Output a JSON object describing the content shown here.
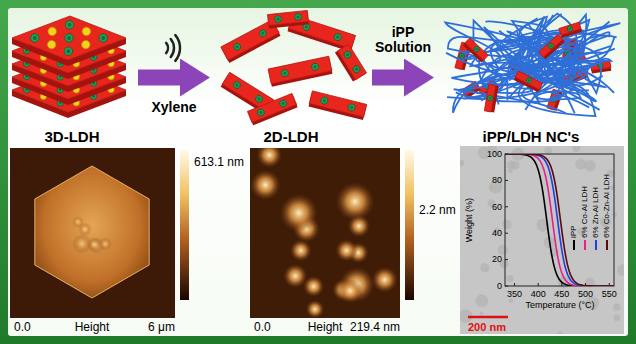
{
  "diagram": {
    "nodes": [
      {
        "text": [
          "3D-LDH"
        ]
      },
      {
        "text": [
          "2D-LDH"
        ]
      },
      {
        "text": [
          "iPP/LDH NC's"
        ]
      }
    ],
    "edges": [
      {
        "from": 0,
        "to": 1,
        "arrow": "to",
        "label": "Xylene"
      },
      {
        "from": 1,
        "to": 2,
        "arrow": "to",
        "label": "iPP Solution"
      }
    ],
    "labels": [
      "613.1 nm",
      "0.0",
      "Height",
      "6 μm",
      "2.2 nm",
      "0.0",
      "Height",
      "219.4 nm",
      "Weight (%)",
      "100",
      "80",
      "60",
      "40",
      "20",
      "0",
      "350",
      "400",
      "450",
      "500",
      "550",
      "Temperature (°C)",
      "200 nm"
    ],
    "legend": [
      {
        "text": "iPP",
        "color": "#000000"
      },
      {
        "text": "6% Co-Al LDH",
        "color": "#e8208c"
      },
      {
        "text": "6% Zn-Al LDH",
        "color": "#1f3fe0"
      },
      {
        "text": "6% Co-Zn-Al LDH",
        "color": "#5a0a0a"
      }
    ]
  }
}
